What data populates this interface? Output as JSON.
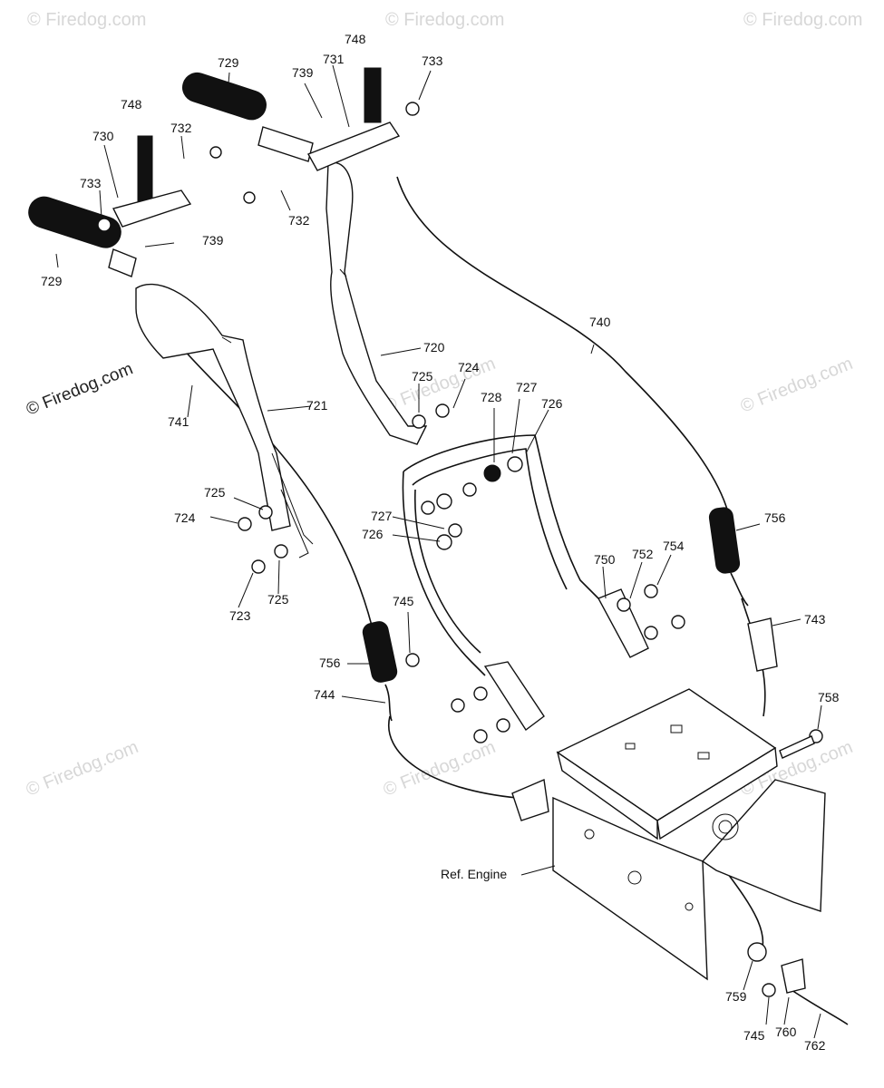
{
  "watermark": {
    "text": "© Firedog.com"
  },
  "labels": {
    "p720": "720",
    "p721": "721",
    "p723": "723",
    "p724a": "724",
    "p724b": "724",
    "p725a": "725",
    "p725b": "725",
    "p725c": "725",
    "p726a": "726",
    "p726b": "726",
    "p727a": "727",
    "p727b": "727",
    "p728": "728",
    "p729a": "729",
    "p729b": "729",
    "p730": "730",
    "p731": "731",
    "p732a": "732",
    "p732b": "732",
    "p733a": "733",
    "p733b": "733",
    "p739a": "739",
    "p739b": "739",
    "p740": "740",
    "p741": "741",
    "p743": "743",
    "p744": "744",
    "p745a": "745",
    "p745b": "745",
    "p748a": "748",
    "p748b": "748",
    "p750": "750",
    "p752": "752",
    "p754": "754",
    "p756a": "756",
    "p756b": "756",
    "p758": "758",
    "p759": "759",
    "p760": "760",
    "p762": "762",
    "ref_engine": "Ref. Engine"
  }
}
